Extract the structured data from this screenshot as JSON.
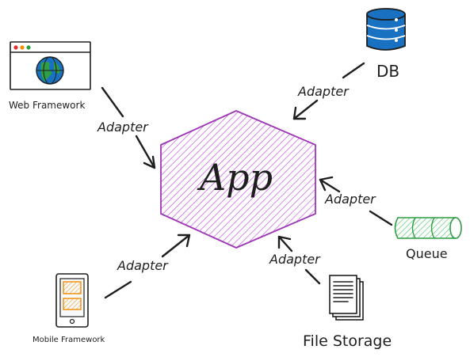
{
  "app": {
    "title": "App",
    "color": "#9c36b5"
  },
  "nodes": {
    "db": {
      "label": "DB",
      "icon": "database-icon",
      "color": "#1971c2"
    },
    "web": {
      "label": "Web Framework",
      "icon": "browser-globe-icon",
      "globe_color": "#1971c2",
      "map_color": "#2f9e44"
    },
    "queue": {
      "label": "Queue",
      "icon": "queue-cylinder-icon",
      "color": "#2f9e44"
    },
    "mobile": {
      "label": "Mobile Framework",
      "icon": "mobile-phone-icon",
      "screen_color": "#f08c00"
    },
    "storage": {
      "label": "File Storage",
      "icon": "file-stack-icon"
    }
  },
  "edges": [
    {
      "id": "db-app",
      "label": "Adapter"
    },
    {
      "id": "web-app",
      "label": "Adapter"
    },
    {
      "id": "queue-app",
      "label": "Adapter"
    },
    {
      "id": "mobile-app",
      "label": "Adapter"
    },
    {
      "id": "storage-app",
      "label": "Adapter"
    }
  ]
}
